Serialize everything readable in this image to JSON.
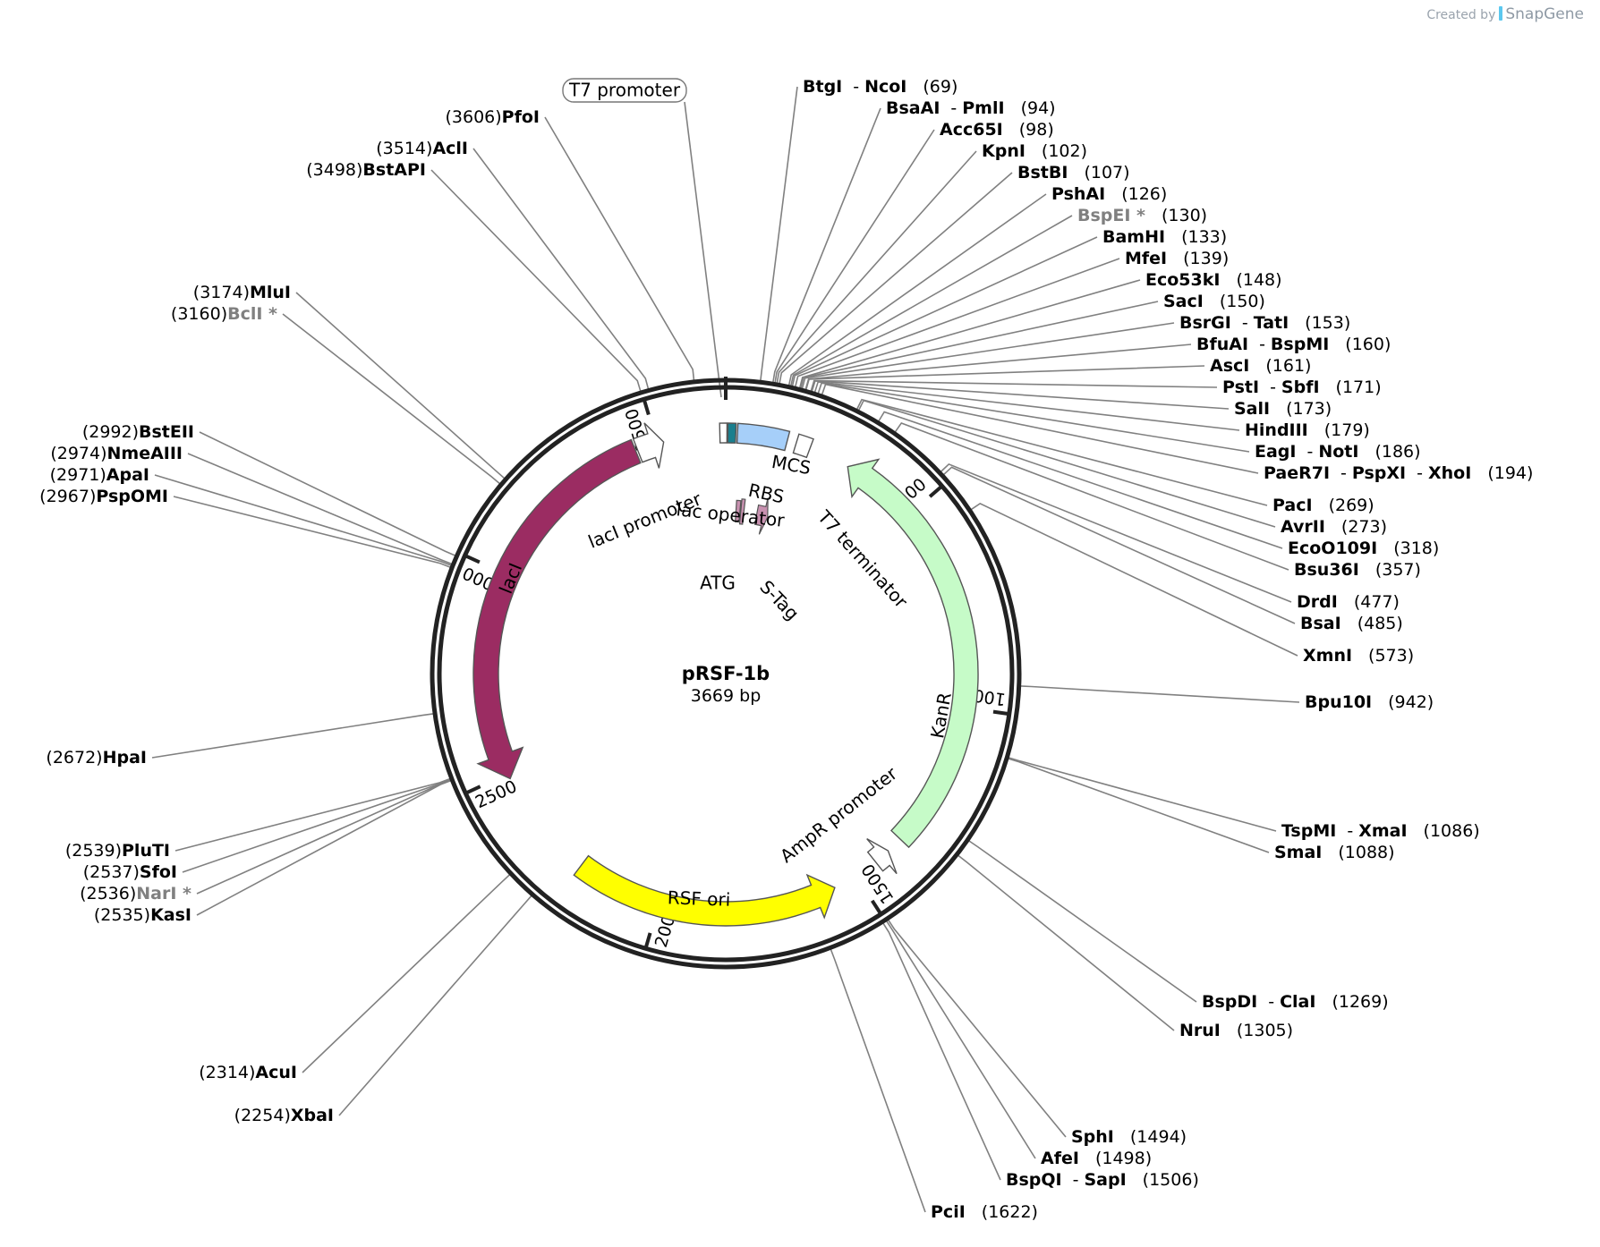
{
  "watermark": {
    "created_by": "Created by",
    "brand": "SnapGene"
  },
  "plasmid": {
    "name": "pRSF-1b",
    "length_label": "3669 bp"
  },
  "ticks": [
    "500",
    "1000",
    "1500",
    "2000",
    "2500",
    "3000",
    "3500"
  ],
  "features": [
    {
      "id": "t7-promoter",
      "label": "T7 promoter",
      "type": "boxed"
    },
    {
      "id": "laci-promoter",
      "label": "lacI promoter",
      "color": "#ffffff"
    },
    {
      "id": "laci",
      "label": "lacI",
      "color": "#9b2c62"
    },
    {
      "id": "mcs",
      "label": "MCS",
      "color": "#a6cff9"
    },
    {
      "id": "rbs",
      "label": "RBS"
    },
    {
      "id": "lac-operator",
      "label": "lac operator",
      "color": "#1a7f8e"
    },
    {
      "id": "t7-terminator",
      "label": "T7 terminator",
      "color": "#ffffff"
    },
    {
      "id": "atg",
      "label": "ATG",
      "color": "#c891b0"
    },
    {
      "id": "s-tag",
      "label": "S-Tag",
      "color": "#c891b0"
    },
    {
      "id": "kanr",
      "label": "KanR",
      "color": "#c6fbc8"
    },
    {
      "id": "ampr-promoter",
      "label": "AmpR promoter",
      "color": "#ffffff"
    },
    {
      "id": "rsf-ori",
      "label": "RSF ori",
      "color": "#ffff00"
    }
  ],
  "sites": [
    {
      "id": "btgi",
      "names": [
        "BtgI",
        "NcoI"
      ],
      "pos": "(69)"
    },
    {
      "id": "bsaai",
      "names": [
        "BsaAI",
        "PmlI"
      ],
      "pos": "(94)"
    },
    {
      "id": "acc65i",
      "names": [
        "Acc65I"
      ],
      "pos": "(98)"
    },
    {
      "id": "kpni",
      "names": [
        "KpnI"
      ],
      "pos": "(102)"
    },
    {
      "id": "bstbi",
      "names": [
        "BstBI"
      ],
      "pos": "(107)"
    },
    {
      "id": "pshai",
      "names": [
        "PshAI"
      ],
      "pos": "(126)"
    },
    {
      "id": "bspei",
      "names": [
        "BspEI *"
      ],
      "pos": "(130)",
      "gray": true
    },
    {
      "id": "bamhi",
      "names": [
        "BamHI"
      ],
      "pos": "(133)"
    },
    {
      "id": "mfei",
      "names": [
        "MfeI"
      ],
      "pos": "(139)"
    },
    {
      "id": "eco53ki",
      "names": [
        "Eco53kI"
      ],
      "pos": "(148)"
    },
    {
      "id": "saci",
      "names": [
        "SacI"
      ],
      "pos": "(150)"
    },
    {
      "id": "bsrgi",
      "names": [
        "BsrGI",
        "TatI"
      ],
      "pos": "(153)"
    },
    {
      "id": "bfuai",
      "names": [
        "BfuAI",
        "BspMI"
      ],
      "pos": "(160)"
    },
    {
      "id": "asci",
      "names": [
        "AscI"
      ],
      "pos": "(161)"
    },
    {
      "id": "psti",
      "names": [
        "PstI",
        "SbfI"
      ],
      "pos": "(171)"
    },
    {
      "id": "sali",
      "names": [
        "SalI"
      ],
      "pos": "(173)"
    },
    {
      "id": "hindiii",
      "names": [
        "HindIII"
      ],
      "pos": "(179)"
    },
    {
      "id": "eagi",
      "names": [
        "EagI",
        "NotI"
      ],
      "pos": "(186)"
    },
    {
      "id": "paer7i",
      "names": [
        "PaeR7I",
        "PspXI",
        "XhoI"
      ],
      "pos": "(194)"
    },
    {
      "id": "paci",
      "names": [
        "PacI"
      ],
      "pos": "(269)"
    },
    {
      "id": "avrii",
      "names": [
        "AvrII"
      ],
      "pos": "(273)"
    },
    {
      "id": "ecoo109i",
      "names": [
        "EcoO109I"
      ],
      "pos": "(318)"
    },
    {
      "id": "bsu36i",
      "names": [
        "Bsu36I"
      ],
      "pos": "(357)"
    },
    {
      "id": "drdi",
      "names": [
        "DrdI"
      ],
      "pos": "(477)"
    },
    {
      "id": "bsai",
      "names": [
        "BsaI"
      ],
      "pos": "(485)"
    },
    {
      "id": "xmni",
      "names": [
        "XmnI"
      ],
      "pos": "(573)"
    },
    {
      "id": "bpu10i",
      "names": [
        "Bpu10I"
      ],
      "pos": "(942)"
    },
    {
      "id": "tspmi",
      "names": [
        "TspMI",
        "XmaI"
      ],
      "pos": "(1086)"
    },
    {
      "id": "smai",
      "names": [
        "SmaI"
      ],
      "pos": "(1088)"
    },
    {
      "id": "bspdi",
      "names": [
        "BspDI",
        "ClaI"
      ],
      "pos": "(1269)"
    },
    {
      "id": "nrui",
      "names": [
        "NruI"
      ],
      "pos": "(1305)"
    },
    {
      "id": "sphi",
      "names": [
        "SphI"
      ],
      "pos": "(1494)"
    },
    {
      "id": "afei",
      "names": [
        "AfeI"
      ],
      "pos": "(1498)"
    },
    {
      "id": "bspqi",
      "names": [
        "BspQI",
        "SapI"
      ],
      "pos": "(1506)"
    },
    {
      "id": "pcii",
      "names": [
        "PciI"
      ],
      "pos": "(1622)"
    },
    {
      "id": "xbai",
      "names": [
        "XbaI"
      ],
      "pos": "(2254)"
    },
    {
      "id": "acui",
      "names": [
        "AcuI"
      ],
      "pos": "(2314)"
    },
    {
      "id": "kasi",
      "names": [
        "KasI"
      ],
      "pos": "(2535)"
    },
    {
      "id": "nari",
      "names": [
        "NarI *"
      ],
      "pos": "(2536)",
      "gray": true
    },
    {
      "id": "sfoi",
      "names": [
        "SfoI"
      ],
      "pos": "(2537)"
    },
    {
      "id": "pluti",
      "names": [
        "PluTI"
      ],
      "pos": "(2539)"
    },
    {
      "id": "hpai",
      "names": [
        "HpaI"
      ],
      "pos": "(2672)"
    },
    {
      "id": "pspomi",
      "names": [
        "PspOMI"
      ],
      "pos": "(2967)"
    },
    {
      "id": "apai",
      "names": [
        "ApaI"
      ],
      "pos": "(2971)"
    },
    {
      "id": "nmeaiii",
      "names": [
        "NmeAIII"
      ],
      "pos": "(2974)"
    },
    {
      "id": "bsteii",
      "names": [
        "BstEII"
      ],
      "pos": "(2992)"
    },
    {
      "id": "bcli",
      "names": [
        "BclI *"
      ],
      "pos": "(3160)",
      "gray": true
    },
    {
      "id": "mlui",
      "names": [
        "MluI"
      ],
      "pos": "(3174)"
    },
    {
      "id": "bstapi",
      "names": [
        "BstAPI"
      ],
      "pos": "(3498)"
    },
    {
      "id": "acli",
      "names": [
        "AclI"
      ],
      "pos": "(3514)"
    },
    {
      "id": "pfoi",
      "names": [
        "PfoI"
      ],
      "pos": "(3606)"
    }
  ]
}
